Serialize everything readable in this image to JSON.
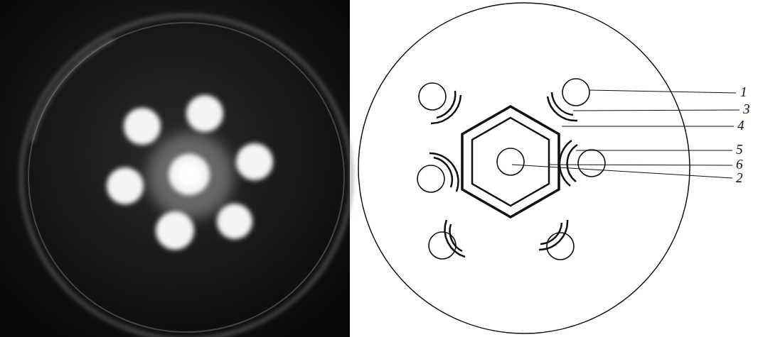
{
  "diagram": {
    "labels": [
      "1",
      "3",
      "4",
      "5",
      "6",
      "2"
    ]
  }
}
